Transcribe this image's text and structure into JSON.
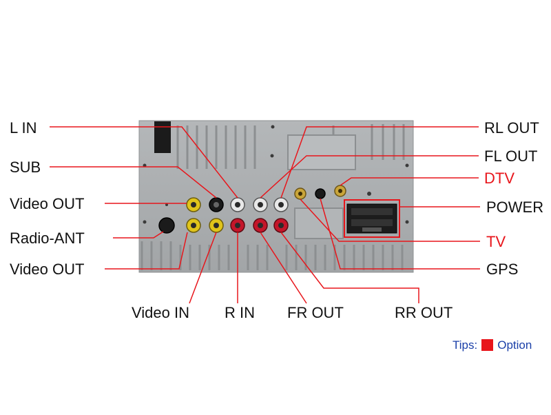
{
  "labels": {
    "l_in": "L IN",
    "sub": "SUB",
    "video_out_top": "Video OUT",
    "radio_ant": "Radio-ANT",
    "video_out_bottom": "Video OUT",
    "video_in": "Video IN",
    "r_in": "R IN",
    "fr_out": "FR OUT",
    "rr_out": "RR OUT",
    "rl_out": "RL OUT",
    "fl_out": "FL OUT",
    "dtv": "DTV",
    "power": "POWER",
    "tv": "TV",
    "gps": "GPS"
  },
  "tips": {
    "prefix": "Tips:",
    "suffix": "Option"
  },
  "colors": {
    "leader_line": "#e8151b",
    "optional_label": "#e8151b",
    "tips_text": "#1a3fa8",
    "panel": "#a9acae",
    "rca_yellow": "#e0c41a",
    "rca_red": "#c4162a",
    "rca_white": "#e8e8e8",
    "rca_black": "#1a1a1a",
    "antenna_gold": "#c9a53a"
  }
}
